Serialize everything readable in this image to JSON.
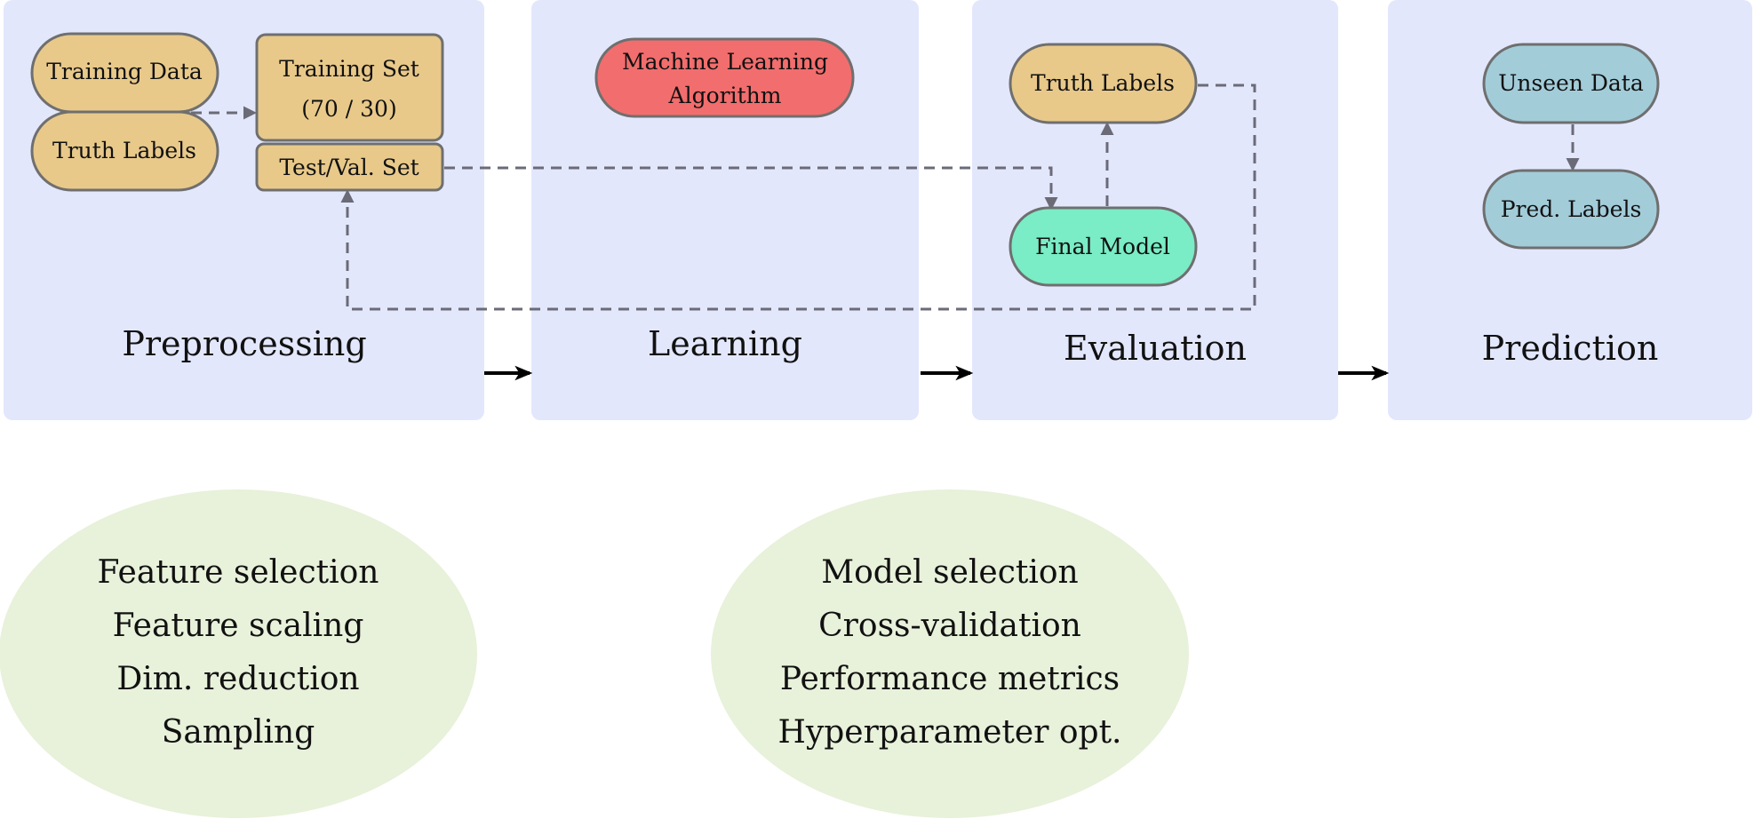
{
  "stages": {
    "preprocessing": "Preprocessing",
    "learning": "Learning",
    "evaluation": "Evaluation",
    "prediction": "Prediction"
  },
  "nodes": {
    "training_data": "Training Data",
    "truth_labels_pre": "Truth Labels",
    "training_set_line1": "Training Set",
    "training_set_line2": "(70 / 30)",
    "test_val_set": "Test/Val. Set",
    "ml_algorithm_line1": "Machine Learning",
    "ml_algorithm_line2": "Algorithm",
    "truth_labels_eval": "Truth Labels",
    "final_model": "Final Model",
    "unseen_data": "Unseen Data",
    "pred_labels": "Pred. Labels"
  },
  "notes": {
    "preprocessing": [
      "Feature selection",
      "Feature scaling",
      "Dim. reduction",
      "Sampling"
    ],
    "learning": [
      "Model selection",
      "Cross-validation",
      "Performance metrics",
      "Hyperparameter opt."
    ]
  },
  "colors": {
    "stage_background": "#e3e7fc",
    "data_node": "#e8c98a",
    "algorithm_node": "#f26d6d",
    "model_node": "#7aecc6",
    "prediction_node": "#a3ccd9",
    "notes_oval": "#e8f1da"
  }
}
